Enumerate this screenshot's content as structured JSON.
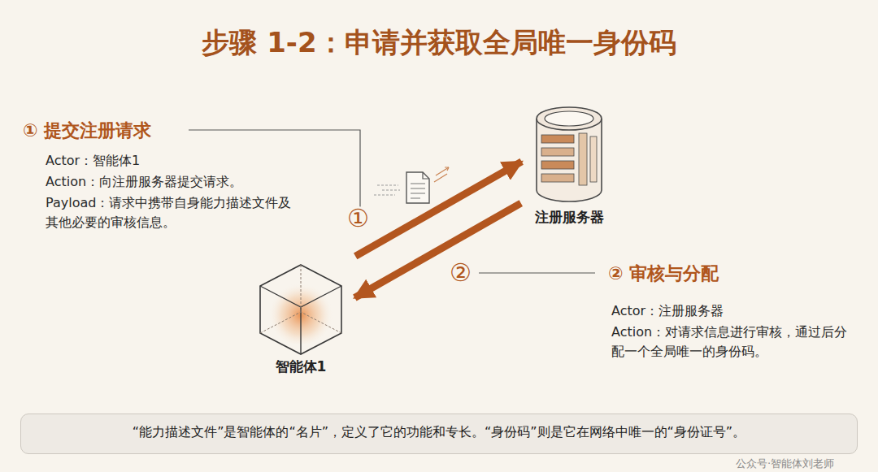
{
  "diagram": {
    "title": "步骤 1-2：申请并获取全局唯一身份码",
    "caption": "“能力描述文件”是智能体的“名片”，定义了它的功能和专长。“身份码”则是它在网络中唯一的“身份证号”。",
    "nodes": [
      {
        "text": [
          "智能体1"
        ]
      },
      {
        "text": [
          "注册服务器"
        ]
      }
    ],
    "edges": [
      {
        "from": 0,
        "to": 1,
        "arrow": "to",
        "label": "①"
      },
      {
        "from": 1,
        "to": 0,
        "arrow": "to",
        "label": "②"
      }
    ],
    "labels": [
      "① 提交注册请求",
      "Actor：智能体1",
      "Action：向注册服务器提交请求。",
      "Payload：请求中携带自身能力描述文件及其他必要的审核信息。",
      "② 审核与分配",
      "Actor：注册服务器",
      "Action：对请求信息进行审核，通过后分配一个全局唯一的身份码。",
      "公众号·智能体刘老师"
    ]
  }
}
